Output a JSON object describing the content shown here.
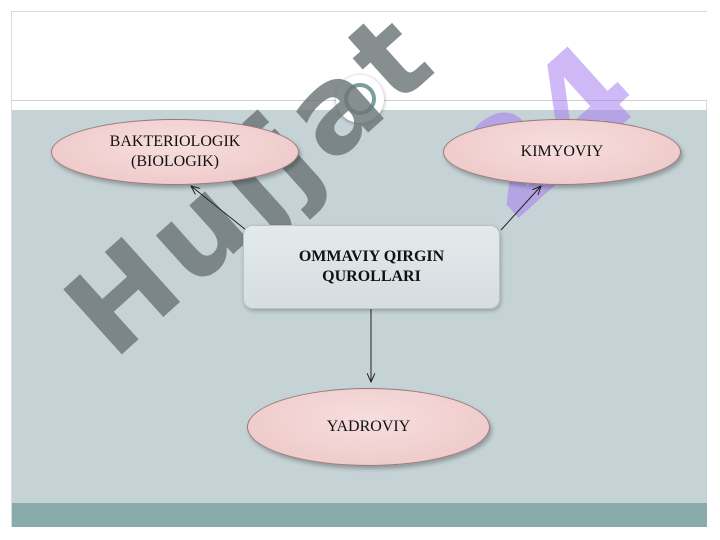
{
  "diagram": {
    "center": "OMMAVIY QIRGIN\nQUROLLARI",
    "nodes": {
      "biological": "BAKTERIOLOGIK\n(BIOLOGIK)",
      "chemical": "KIMYOVIY",
      "nuclear": "YADROVIY"
    }
  },
  "watermark": {
    "word": "Hujjat",
    "number": "24"
  },
  "colors": {
    "content_background": "#c6d3d6",
    "footer_bar": "#8aabab",
    "node_fill": "#f0cccc",
    "watermark_word": "#6d7678",
    "watermark_number": "#a77ff0"
  }
}
